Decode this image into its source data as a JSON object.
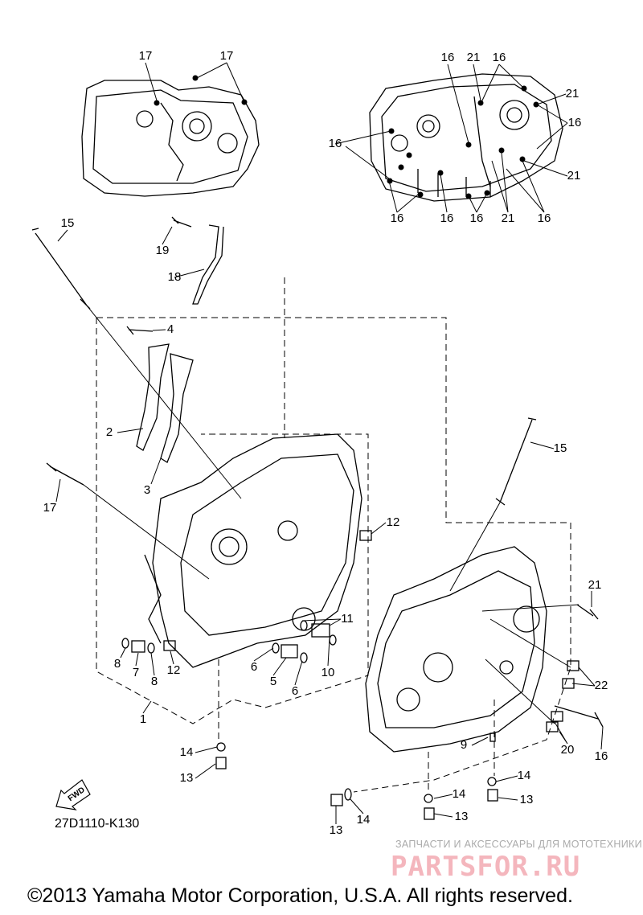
{
  "diagram": {
    "callouts": [
      "17",
      "17",
      "16",
      "21",
      "16",
      "21",
      "16",
      "16",
      "21",
      "16",
      "16",
      "16",
      "21",
      "16",
      "15",
      "19",
      "18",
      "4",
      "2",
      "3",
      "17",
      "15",
      "12",
      "11",
      "21",
      "22",
      "8",
      "7",
      "8",
      "12",
      "6",
      "5",
      "6",
      "10",
      "1",
      "14",
      "13",
      "9",
      "20",
      "16",
      "14",
      "13",
      "14",
      "13",
      "13",
      "14"
    ],
    "fwd_label": "FWD",
    "diagram_code": "27D1110-K130"
  },
  "watermark": {
    "tagline": "ЗАПЧАСТИ И АКСЕССУАРЫ ДЛЯ МОТОТЕХНИКИ",
    "brand": "PARTSFOR.RU",
    "color": "#f4b6bd"
  },
  "footer": {
    "copyright": "©2013 Yamaha Motor Corporation, U.S.A. All rights reserved."
  }
}
